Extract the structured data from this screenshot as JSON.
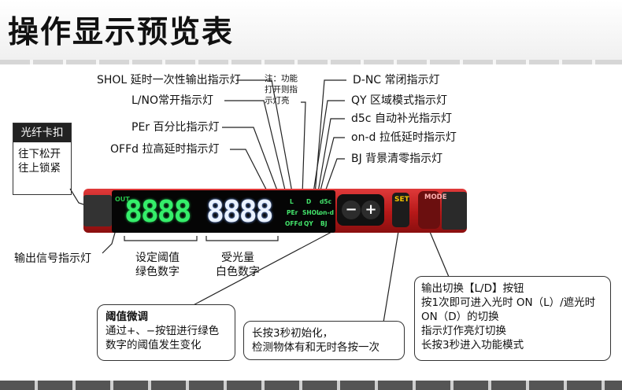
{
  "header": {
    "title": "操作显示预览表"
  },
  "labels": {
    "shol": "SHOL 延时一次性输出指示灯",
    "lno": "L/NO常开指示灯",
    "per": "PEr 百分比指示灯",
    "offd": "OFFd 拉高延时指示灯",
    "note_lines": [
      "注：功能",
      "打开则指",
      "示灯亮"
    ],
    "dnc": "D-NC 常闭指示灯",
    "qy": "QY 区域模式指示灯",
    "d5c": "d5c 自动补光指示灯",
    "ond": "on-d 拉低延时指示灯",
    "bj": "BJ 背景清零指示灯",
    "output_signal": "输出信号指示灯",
    "threshold_lines": [
      "设定阈值",
      "绿色数字"
    ],
    "received_lines": [
      "受光量",
      "白色数字"
    ]
  },
  "buckle": {
    "title": "光纤卡扣",
    "lines": [
      "往下松开",
      "往上锁紧"
    ]
  },
  "device": {
    "out_text": "OUT",
    "green_digits": "8888",
    "white_digits": "8888",
    "indicators": [
      "L",
      "D",
      "d5c",
      "PEr",
      "SHOL",
      "on-d",
      "OFFd",
      "QY",
      "BJ"
    ],
    "minus": "−",
    "plus": "+",
    "set": "SET",
    "mode": "MODE"
  },
  "boxes": {
    "threshold": {
      "title": "阈值微调",
      "lines": [
        "通过+、−按钮进行绿色",
        "数字的阈值发生变化"
      ]
    },
    "reset": {
      "lines": [
        "长按3秒初始化，",
        "检测物体有和无时各按一次"
      ]
    },
    "output_switch": {
      "lines": [
        "输出切换【L/D】按钮",
        "按1次即可进入光时 ON（L）/遮光时",
        "ON（D）的切换",
        "指示灯作亮灯切换",
        "长按3秒进入功能模式"
      ]
    }
  }
}
